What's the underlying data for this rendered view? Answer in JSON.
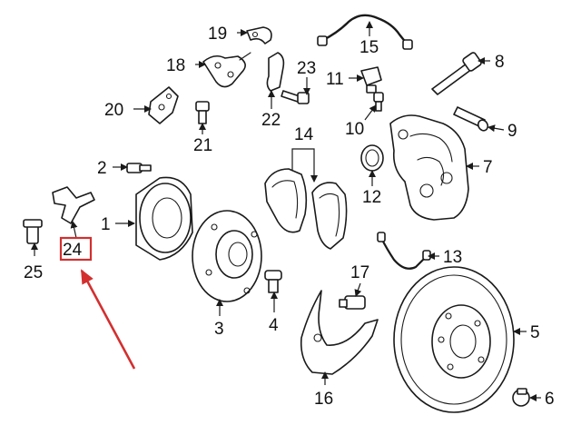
{
  "callouts": {
    "p1": "1",
    "p2": "2",
    "p3": "3",
    "p4": "4",
    "p5": "5",
    "p6": "6",
    "p7": "7",
    "p8": "8",
    "p9": "9",
    "p10": "10",
    "p11": "11",
    "p12": "12",
    "p13": "13",
    "p14": "14",
    "p15": "15",
    "p16": "16",
    "p17": "17",
    "p18": "18",
    "p19": "19",
    "p20": "20",
    "p21": "21",
    "p22": "22",
    "p23": "23",
    "p24": "24",
    "p25": "25"
  },
  "highlight": {
    "part": "24",
    "color": "#d32f2f"
  },
  "colors": {
    "line": "#1a1a1a",
    "background": "#ffffff"
  }
}
